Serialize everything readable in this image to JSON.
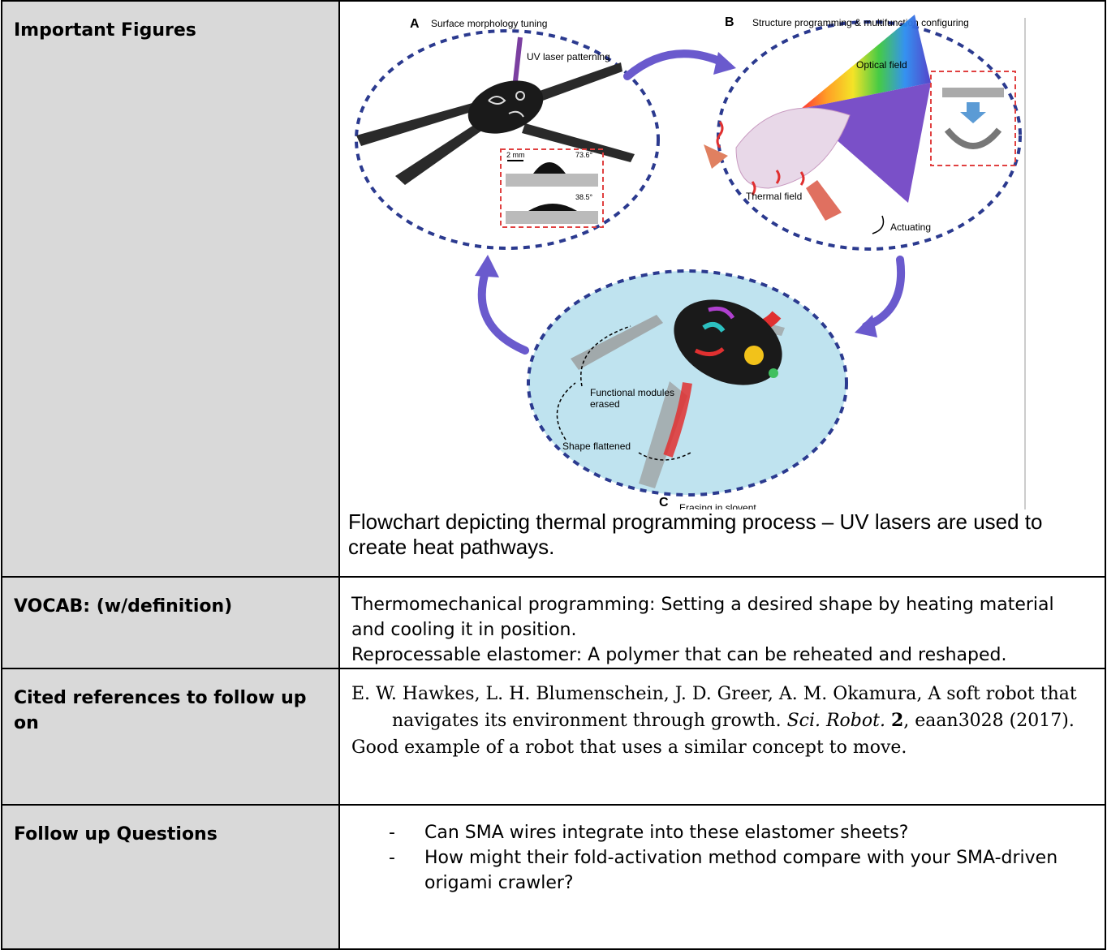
{
  "rows": {
    "figures": {
      "label": "Important Figures",
      "figure": {
        "panel_a_letter": "A",
        "panel_a_title": "Surface morphology tuning",
        "panel_b_letter": "B",
        "panel_b_title": "Structure programming & multifunction configuring",
        "panel_c_letter": "C",
        "panel_c_title": "Erasing in slovent",
        "uv_label": "UV laser patterning",
        "scale_label": "2 mm",
        "angle_1": "73.6°",
        "angle_2": "38.5°",
        "optical_label": "Optical field",
        "thermal_label": "Thermal field",
        "actuating_label": "Actuating",
        "modules_label_1": "Functional modules",
        "modules_label_2": "erased",
        "flattened_label": "Shape flattened"
      },
      "caption": "Flowchart depicting thermal programming process – UV lasers are used to create heat pathways."
    },
    "vocab": {
      "label": "VOCAB: (w/definition)",
      "line1": "Thermomechanical programming: Setting a desired shape by heating material and cooling it in position.",
      "line2": "Reprocessable elastomer: A polymer that can be reheated and reshaped."
    },
    "refs": {
      "label": "Cited references to follow up on",
      "citation_authors": "E. W. Hawkes, L. H. Blumenschein, J. D. Greer, A. M. Okamura, A soft robot that navigates its environment through growth. ",
      "citation_journal": "Sci. Robot.",
      "citation_volume": "2",
      "citation_rest": ", eaan3028 (2017).",
      "note": "Good example of a robot that uses a similar concept to move."
    },
    "questions": {
      "label": "Follow up Questions",
      "items": [
        "Can SMA wires integrate into these elastomer sheets?",
        "How might their fold-activation method compare with your SMA-driven origami crawler?"
      ]
    }
  },
  "colors": {
    "label_bg": "#d9d9d9",
    "border": "#000000",
    "dash_blue": "#2b3a8f",
    "arrow_purple": "#6a5acd",
    "water": "#bfe3ef"
  }
}
